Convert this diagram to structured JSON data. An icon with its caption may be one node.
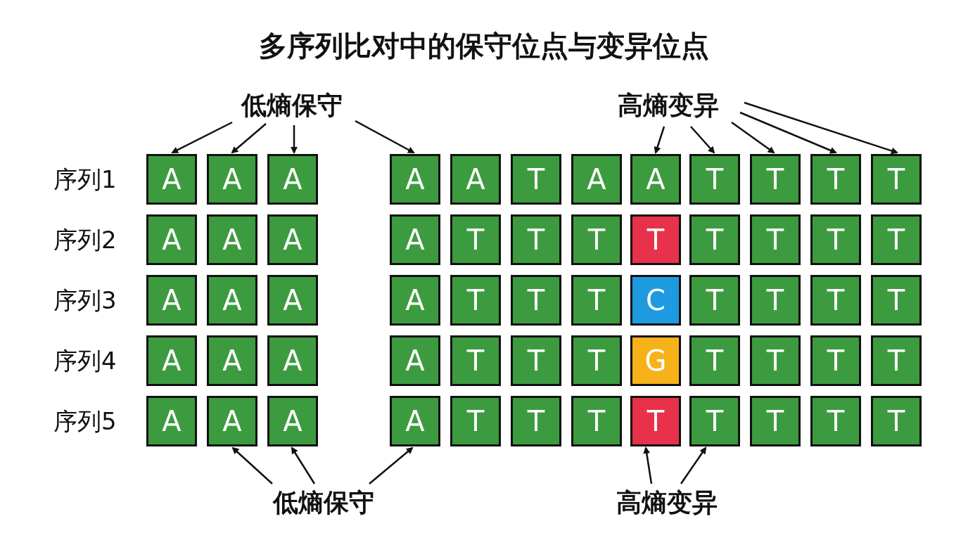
{
  "diagram": {
    "title": "多序列比对中的保守位点与变异位点",
    "nodes": [
      {
        "text": [
          "低熵保守"
        ]
      },
      {
        "text": [
          "高熵变异"
        ]
      },
      {
        "text": [
          "A"
        ]
      },
      {
        "text": [
          "A"
        ]
      },
      {
        "text": [
          "A"
        ]
      },
      {
        "text": [
          "A"
        ]
      },
      {
        "text": [
          "A"
        ]
      },
      {
        "text": [
          "T"
        ]
      },
      {
        "text": [
          "A"
        ]
      },
      {
        "text": [
          "A"
        ]
      },
      {
        "text": [
          "T"
        ]
      },
      {
        "text": [
          "T"
        ]
      },
      {
        "text": [
          "T"
        ]
      },
      {
        "text": [
          "T"
        ]
      },
      {
        "text": [
          "A"
        ]
      },
      {
        "text": [
          "A"
        ]
      },
      {
        "text": [
          "A"
        ]
      },
      {
        "text": [
          "A"
        ]
      },
      {
        "text": [
          "T"
        ]
      },
      {
        "text": [
          "T"
        ]
      },
      {
        "text": [
          "T"
        ]
      },
      {
        "text": [
          "T"
        ]
      },
      {
        "text": [
          "T"
        ]
      },
      {
        "text": [
          "T"
        ]
      },
      {
        "text": [
          "T"
        ]
      },
      {
        "text": [
          "T"
        ]
      },
      {
        "text": [
          "A"
        ]
      },
      {
        "text": [
          "A"
        ]
      },
      {
        "text": [
          "A"
        ]
      },
      {
        "text": [
          "A"
        ]
      },
      {
        "text": [
          "T"
        ]
      },
      {
        "text": [
          "T"
        ]
      },
      {
        "text": [
          "T"
        ]
      },
      {
        "text": [
          "C"
        ]
      },
      {
        "text": [
          "T"
        ]
      },
      {
        "text": [
          "T"
        ]
      },
      {
        "text": [
          "T"
        ]
      },
      {
        "text": [
          "T"
        ]
      },
      {
        "text": [
          "A"
        ]
      },
      {
        "text": [
          "A"
        ]
      },
      {
        "text": [
          "A"
        ]
      },
      {
        "text": [
          "A"
        ]
      },
      {
        "text": [
          "T"
        ]
      },
      {
        "text": [
          "T"
        ]
      },
      {
        "text": [
          "T"
        ]
      },
      {
        "text": [
          "G"
        ]
      },
      {
        "text": [
          "T"
        ]
      },
      {
        "text": [
          "T"
        ]
      },
      {
        "text": [
          "T"
        ]
      },
      {
        "text": [
          "T"
        ]
      },
      {
        "text": [
          "A"
        ]
      },
      {
        "text": [
          "A"
        ]
      },
      {
        "text": [
          "A"
        ]
      },
      {
        "text": [
          "A"
        ]
      },
      {
        "text": [
          "T"
        ]
      },
      {
        "text": [
          "T"
        ]
      },
      {
        "text": [
          "T"
        ]
      },
      {
        "text": [
          "T"
        ]
      },
      {
        "text": [
          "T"
        ]
      },
      {
        "text": [
          "T"
        ]
      },
      {
        "text": [
          "T"
        ]
      },
      {
        "text": [
          "T"
        ]
      },
      {
        "text": [
          "低熵保守"
        ]
      },
      {
        "text": [
          "高熵变异"
        ]
      }
    ],
    "edges": [
      {
        "from": 0,
        "to": 2,
        "arrow": "to"
      },
      {
        "from": 0,
        "to": 3,
        "arrow": "to"
      },
      {
        "from": 0,
        "to": 4,
        "arrow": "to"
      },
      {
        "from": 0,
        "to": 5,
        "arrow": "to"
      },
      {
        "from": 1,
        "to": 9,
        "arrow": "to"
      },
      {
        "from": 1,
        "to": 10,
        "arrow": "to"
      },
      {
        "from": 1,
        "to": 11,
        "arrow": "to"
      },
      {
        "from": 1,
        "to": 12,
        "arrow": "to"
      },
      {
        "from": 1,
        "to": 13,
        "arrow": "to"
      },
      {
        "from": 62,
        "to": 51,
        "arrow": "to"
      },
      {
        "from": 62,
        "to": 52,
        "arrow": "to"
      },
      {
        "from": 62,
        "to": 53,
        "arrow": "to"
      },
      {
        "from": 63,
        "to": 57,
        "arrow": "to"
      },
      {
        "from": 63,
        "to": 58,
        "arrow": "to"
      }
    ],
    "labels": [
      "序列1",
      "序列2",
      "序列3",
      "序列4",
      "序列5"
    ]
  }
}
